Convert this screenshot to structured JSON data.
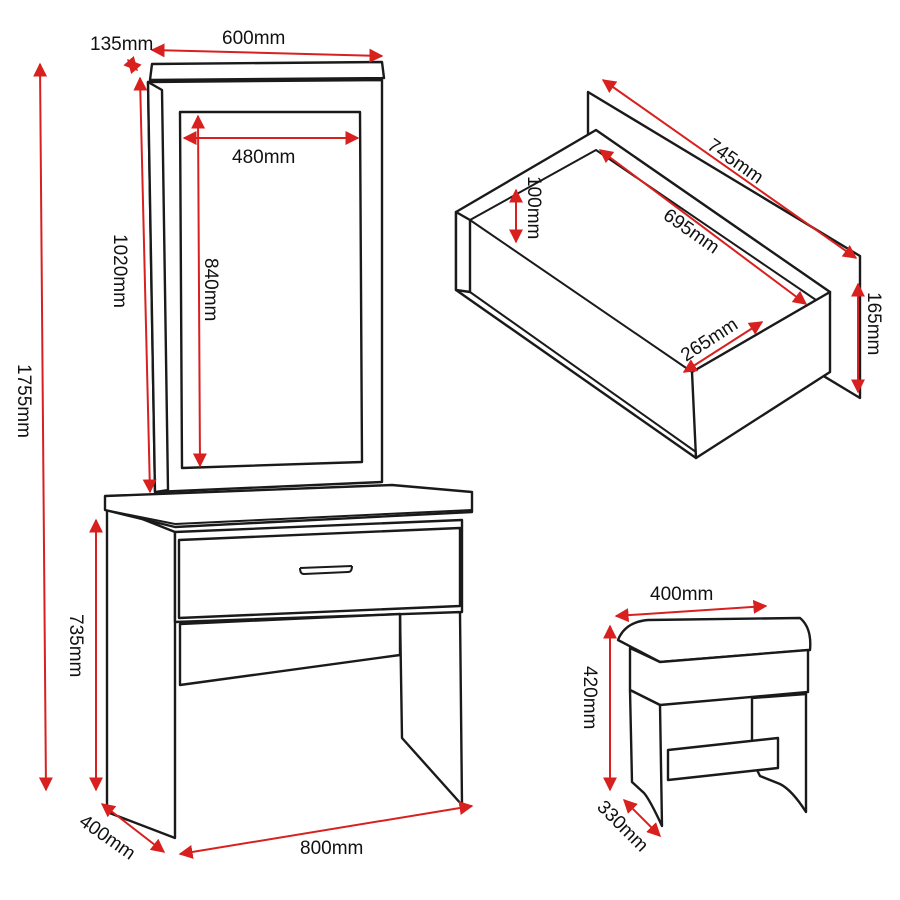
{
  "accent_color": "#d8201e",
  "line_color": "#1a1a1a",
  "labels": {
    "mirror_depth": "135mm",
    "mirror_width": "600mm",
    "glass_width": "480mm",
    "mirror_height": "1020mm",
    "glass_height": "840mm",
    "overall_height": "1755mm",
    "table_height": "735mm",
    "table_depth": "400mm",
    "table_width": "800mm",
    "drawer_length": "745mm",
    "drawer_inner_depth": "100mm",
    "drawer_inner_length": "695mm",
    "drawer_inner_width": "265mm",
    "drawer_front_height": "165mm",
    "stool_width": "400mm",
    "stool_height": "420mm",
    "stool_depth": "330mm"
  }
}
